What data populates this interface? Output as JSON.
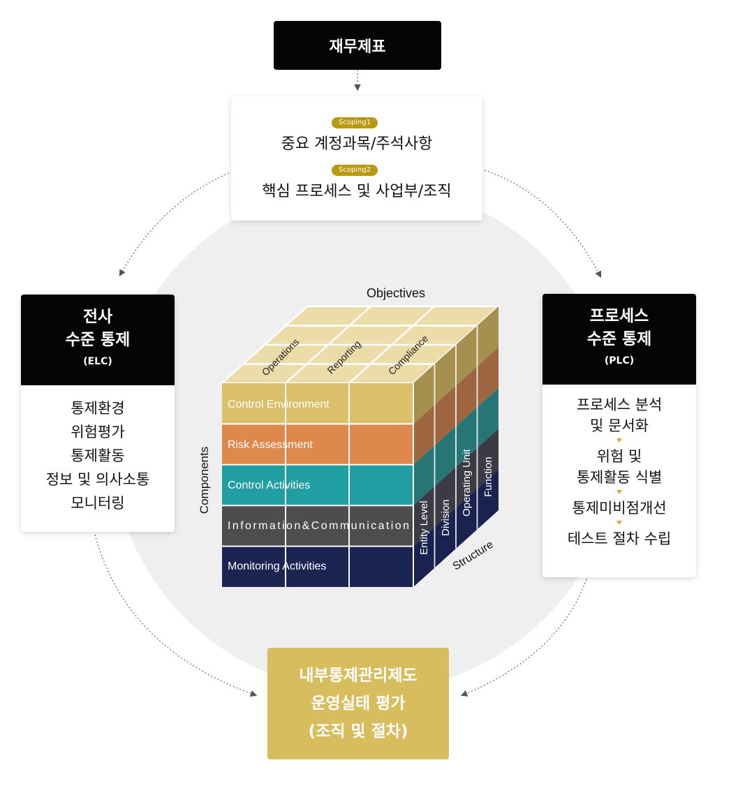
{
  "top": {
    "title": "재무제표"
  },
  "scoping": {
    "pill1": "Scoping1",
    "line1": "중요 계정과목/주석사항",
    "pill2": "Scoping2",
    "line2": "핵심 프로세스 및 사업부/조직"
  },
  "elc": {
    "title_line1": "전사",
    "title_line2": "수준 통제",
    "abbr": "(ELC)",
    "items": [
      "통제환경",
      "위험평가",
      "통제활동",
      "정보 및 의사소통",
      "모니터링"
    ]
  },
  "plc": {
    "title_line1": "프로세스",
    "title_line2": "수준 통제",
    "abbr": "(PLC)",
    "steps": [
      "프로세스 분석",
      "및 문서화",
      "위험 및",
      "통제활동 식별",
      "통제미비점개선",
      "테스트 절차 수립"
    ]
  },
  "bottom": {
    "line1": "내부통제관리제도",
    "line2": "운영실태 평가",
    "line3": "(조직 및 절차)"
  },
  "cube": {
    "objectives_label": "Objectives",
    "components_label": "Components",
    "structure_label": "Structure",
    "objectives": [
      "Operations",
      "Reporting",
      "Compliance"
    ],
    "components": [
      "Control Environment",
      "Risk Assessment",
      "Control Activities",
      "Information&Communication",
      "Monitoring Activities"
    ],
    "structure": [
      "Entity Level",
      "Division",
      "Operating Unit",
      "Function"
    ],
    "colors": {
      "control_environment": "#dbbf6a",
      "risk_assessment": "#df884d",
      "control_activities": "#219ea1",
      "information_communication": "#4d4d4d",
      "monitoring_activities": "#1c2552",
      "top_face": "#ecdcaa"
    }
  },
  "colors": {
    "gold_pill": "#b89a12",
    "gold_box": "#d8bd5f",
    "dark": "#050505"
  }
}
